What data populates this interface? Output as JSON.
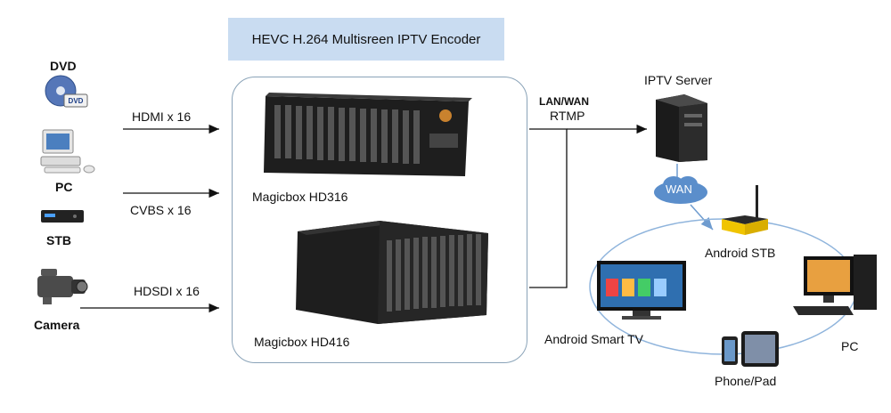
{
  "title": "HEVC H.264 Multisreen IPTV Encoder",
  "sources": [
    {
      "label": "DVD",
      "icon": "dvd-icon"
    },
    {
      "label": "PC",
      "icon": "pc-icon"
    },
    {
      "label": "STB",
      "icon": "stb-icon"
    },
    {
      "label": "Camera",
      "icon": "camera-icon"
    }
  ],
  "inputs": [
    "HDMI x 16",
    "CVBS x 16",
    "HDSDI x 16"
  ],
  "encoders": [
    "Magicbox HD316",
    "Magicbox HD416"
  ],
  "link": {
    "line1": "LAN/WAN",
    "line2": "RTMP"
  },
  "server": "IPTV Server",
  "cloud": "WAN",
  "clients": [
    "Android STB",
    "Android Smart TV",
    "Phone/Pad",
    "PC"
  ],
  "colors": {
    "title_bg": "#c9dcf1",
    "box_border": "#8aa3b8",
    "cloud": "#5b8ecb",
    "ring": "#8fb4dc"
  }
}
